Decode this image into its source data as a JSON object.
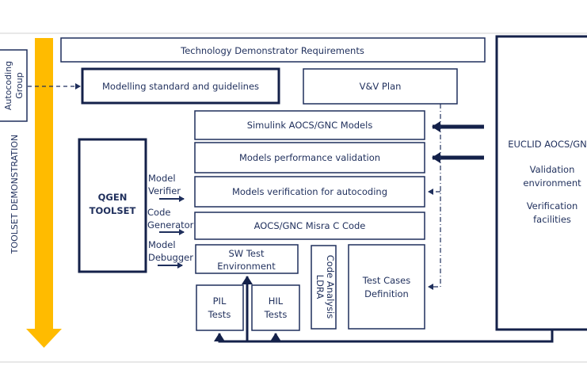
{
  "colors": {
    "primary": "#1f2f5c",
    "arrow_yellow": "#ffbb00",
    "frame": "#d0d0d0"
  },
  "side_label": "TOOLSET DEMONSTRATION",
  "group_box": [
    "Autocoding",
    "Group"
  ],
  "boxes": {
    "requirements": "Technology Demonstrator Requirements",
    "modelling": "Modelling standard and guidelines",
    "vv_plan": "V&V Plan",
    "simulink": "Simulink AOCS/GNC Models",
    "performance": "Models performance validation",
    "verification": "Models verification for autocoding",
    "misra": "AOCS/GNC Misra C Code",
    "sw_test": [
      "SW Test",
      "Environment"
    ],
    "pil": [
      "PIL",
      "Tests"
    ],
    "hil": [
      "HIL",
      "Tests"
    ],
    "code_analysis": [
      "Code Analysis",
      "LDRA"
    ],
    "test_cases": [
      "Test Cases",
      "Definition"
    ],
    "qgen": [
      "QGEN",
      "TOOLSET"
    ],
    "euclid": [
      "EUCLID AOCS/GNC",
      "Validation",
      "environment",
      "Verification",
      "facilities"
    ]
  },
  "tool_labels": [
    [
      "Model",
      "Verifier"
    ],
    [
      "Code",
      "Generator"
    ],
    [
      "Model",
      "Debugger"
    ]
  ]
}
